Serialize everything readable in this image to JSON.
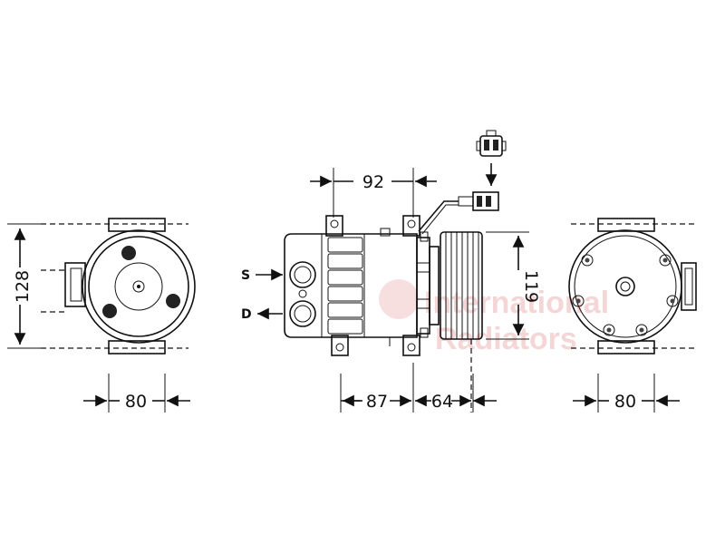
{
  "dimensions": {
    "height_left": "128",
    "width_left": "80",
    "top_mount": "92",
    "height_pulley": "119",
    "body_length": "87",
    "pulley_length": "64",
    "width_right": "80"
  },
  "ports": {
    "suction": "S",
    "discharge": "D"
  },
  "watermark": {
    "line1": "International",
    "line2": "Radiators"
  }
}
